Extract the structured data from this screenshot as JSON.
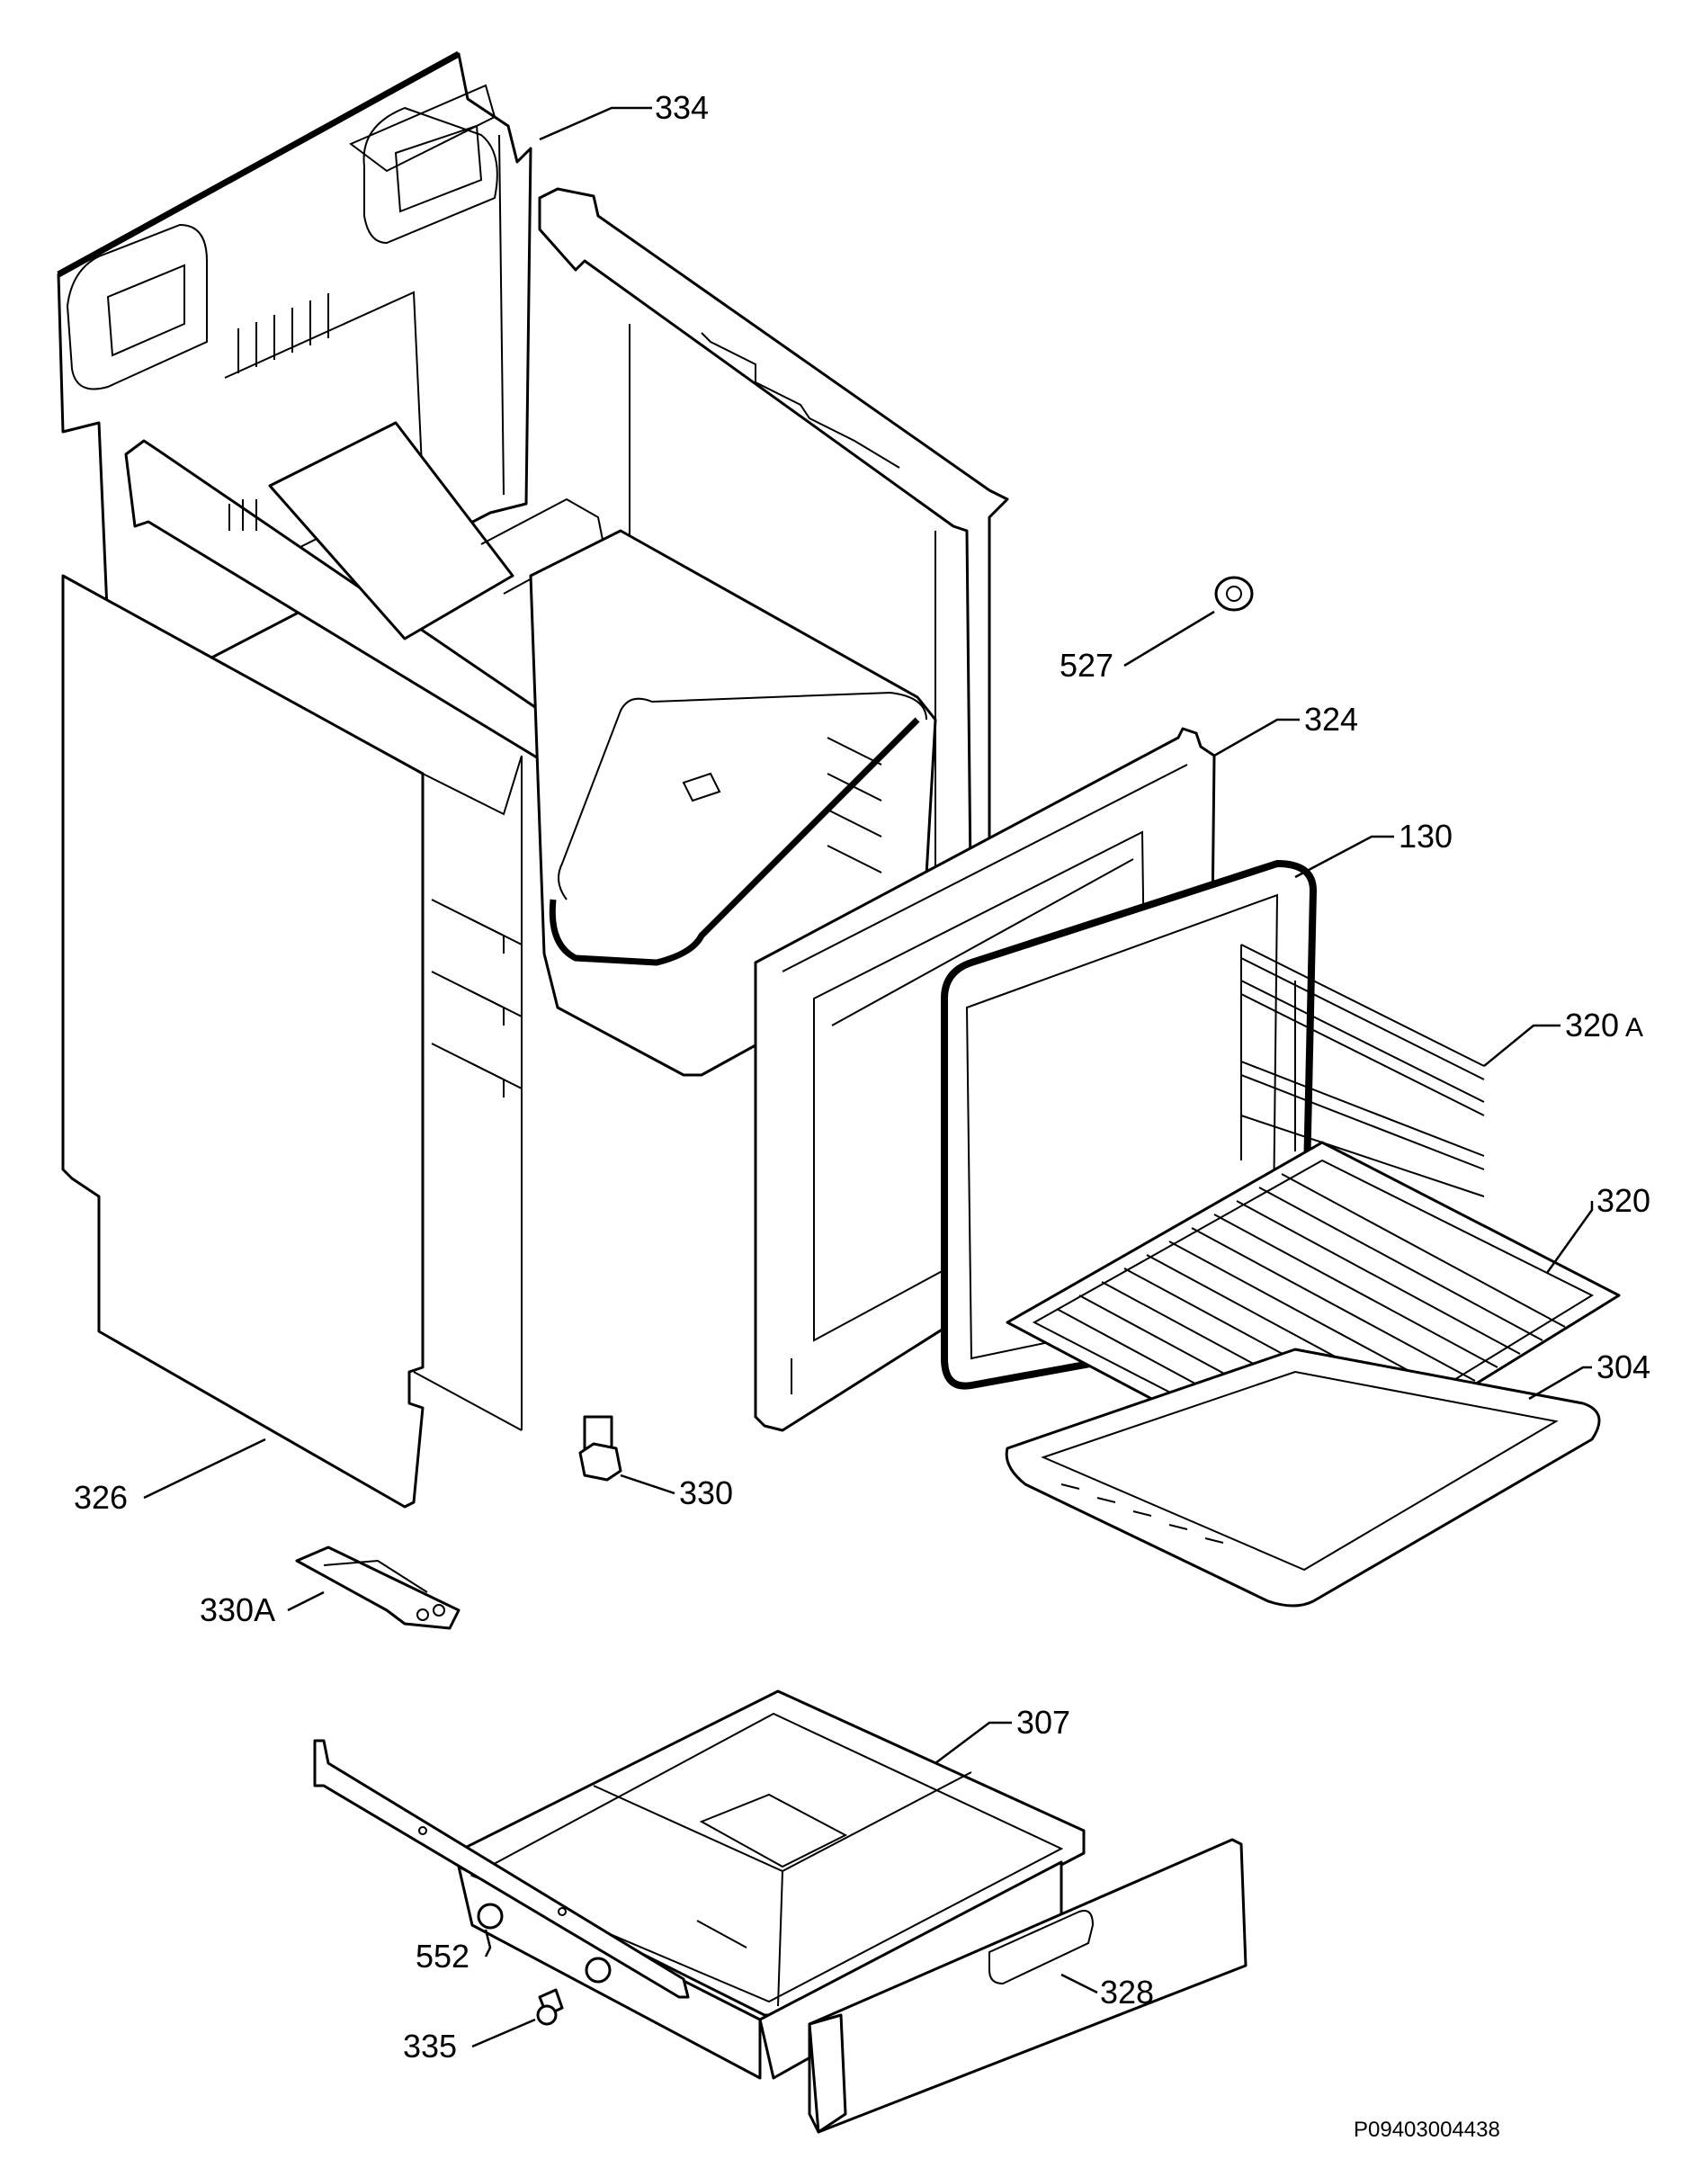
{
  "labels": {
    "p334": "334",
    "p527": "527",
    "p324": "324",
    "p130": "130",
    "p320A_num": "320",
    "p320A_suffix": "A",
    "p320": "320",
    "p304": "304",
    "p326": "326",
    "p330": "330",
    "p330A": "330A",
    "p307": "307",
    "p552": "552",
    "p335": "335",
    "p328": "328"
  },
  "drawing_code": "P09403004438",
  "colors": {
    "line": "#000000",
    "background": "#ffffff"
  }
}
